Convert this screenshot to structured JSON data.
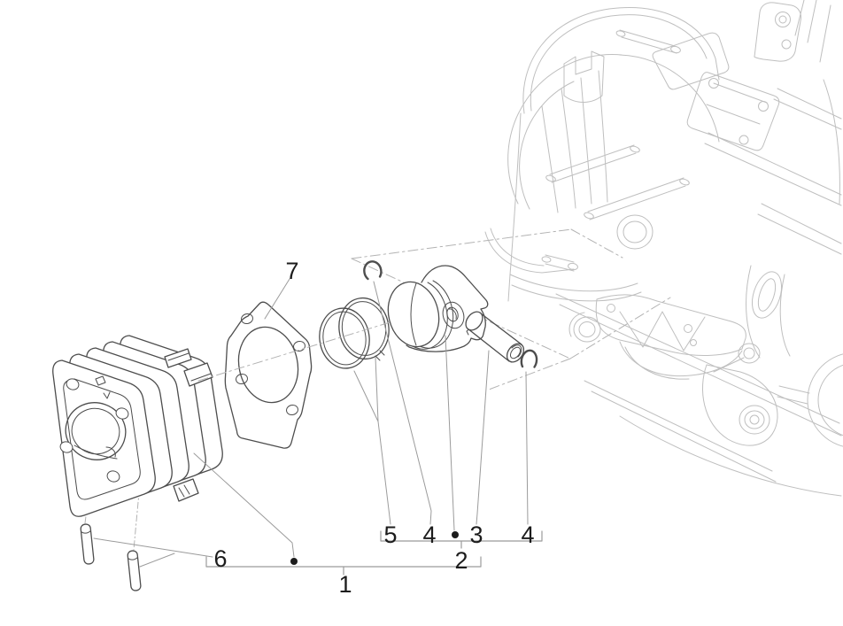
{
  "diagram": {
    "type": "exploded-parts-diagram",
    "colors": {
      "background": "#ffffff",
      "part_line": "#4d4d4d",
      "case_line": "#bfbfbf",
      "leader_line": "#9b9b9b",
      "construction_line": "#b3b3b3",
      "label_color": "#1c1c1c"
    },
    "callouts": [
      {
        "text": "7"
      },
      {
        "text": "5"
      },
      {
        "text": "4"
      },
      {
        "text": "3"
      },
      {
        "text": "4"
      },
      {
        "text": "2"
      },
      {
        "text": "6"
      },
      {
        "text": "1"
      }
    ],
    "markers": [
      {
        "symbol": "•"
      },
      {
        "symbol": "•"
      }
    ]
  }
}
